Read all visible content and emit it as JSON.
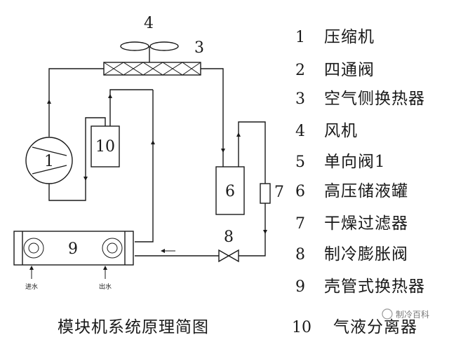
{
  "diagram": {
    "component_labels": {
      "compressor": "1",
      "air_heat_exchanger": "3",
      "fan": "4",
      "liquid_receiver": "6",
      "filter_drier": "7",
      "expansion_valve": "8",
      "shell_tube_exchanger": "9",
      "gas_liquid_separator": "10"
    },
    "water_in": "进水",
    "water_out": "出水",
    "caption": "模块机系统原理简图"
  },
  "legend": [
    {
      "num": "1",
      "text": "压缩机"
    },
    {
      "num": "2",
      "text": "四通阀"
    },
    {
      "num": "3",
      "text": "空气侧换热器"
    },
    {
      "num": "4",
      "text": "风机"
    },
    {
      "num": "5",
      "text": "单向阀1"
    },
    {
      "num": "6",
      "text": "高压储液罐"
    },
    {
      "num": "7",
      "text": "干燥过滤器"
    },
    {
      "num": "8",
      "text": "制冷膨胀阀"
    },
    {
      "num": "9",
      "text": "壳管式换热器"
    },
    {
      "num": "10",
      "text": "气液分离器"
    }
  ],
  "watermark": "制冷百科"
}
